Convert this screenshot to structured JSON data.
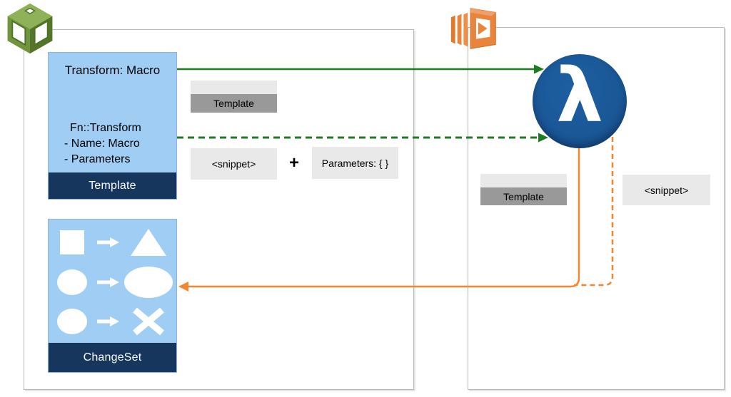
{
  "template_box": {
    "title": "Transform: Macro",
    "fn_lines": [
      "Fn::Transform",
      "- Name: Macro",
      "- Parameters"
    ],
    "footer": "Template"
  },
  "changeset_box": {
    "footer": "ChangeSet",
    "transforms": [
      {
        "from": "square",
        "to": "triangle"
      },
      {
        "from": "circle",
        "to": "ellipse"
      },
      {
        "from": "circle",
        "to": "cross"
      }
    ]
  },
  "mid_labels": {
    "template": "Template",
    "snippet": "<snippet>",
    "plus": "+",
    "parameters": "Parameters: { }"
  },
  "right_labels": {
    "template": "Template",
    "snippet": "<snippet>"
  },
  "lambda": {
    "glyph": "λ"
  },
  "icons": {
    "top_left": "cloudformation-icon",
    "top_middle": "lambda-service-icon",
    "center": "lambda-function-circle"
  },
  "colors": {
    "light_blue": "#9FCDF4",
    "navy": "#17365D",
    "light_gray": "#E9E9E9",
    "dark_gray": "#999999",
    "green_arrow": "#1E7B23",
    "orange_arrow": "#F5862F",
    "lambda_blue": "#1A5796",
    "cf_green": "#71953F",
    "lambda_orange": "#E8843C",
    "container_border": "#B8B8B8"
  }
}
